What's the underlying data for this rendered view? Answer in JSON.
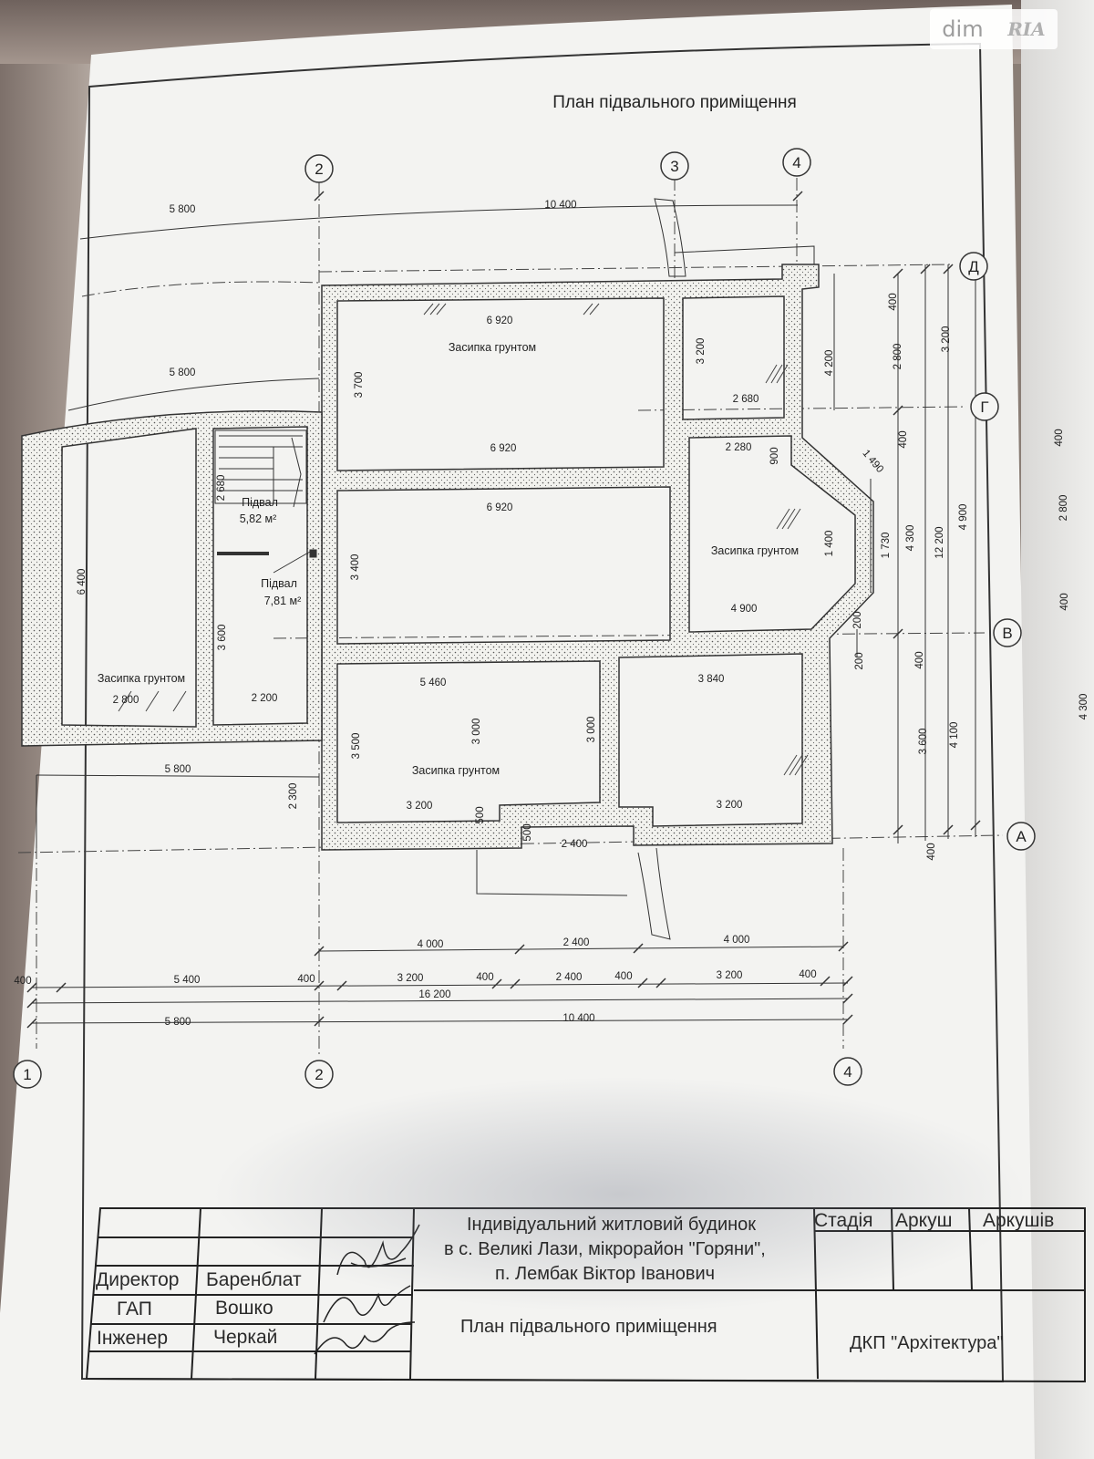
{
  "watermark": {
    "brand_left": "dim",
    "brand_right": "RIA"
  },
  "plan": {
    "title": "План підвального приміщення",
    "axes": {
      "a1": "1",
      "a2": "2",
      "a3": "3",
      "a4": "4",
      "rA": "А",
      "rV": "В",
      "rG": "Г",
      "rD": "Д"
    },
    "rooms": {
      "backfill_1": "Засипка грунтом",
      "backfill_2": "Засипка грунтом",
      "backfill_3": "Засипка грунтом",
      "backfill_4": "Засипка грунтом",
      "basement_small_name": "Підвал",
      "basement_small_area": "5,82 м²",
      "basement_large_name": "Підвал",
      "basement_large_area": "7,81 м²"
    },
    "dims": {
      "top_5800_a": "5 800",
      "top_10400": "10 400",
      "mid_5800": "5 800",
      "low_5800": "5 800",
      "d6920_a": "6 920",
      "d6920_b": "6 920",
      "d6920_c": "6 920",
      "d3700": "3 700",
      "d3200_a": "3 200",
      "d2680_a": "2 680",
      "d2280": "2 280",
      "d900": "900",
      "d1490": "1 490",
      "d1400": "1 400",
      "d4900_a": "4 900",
      "d2680_b": "2 680",
      "d3400": "3 400",
      "d6400": "6 400",
      "d3600_a": "3 600",
      "d2800_a": "2 800",
      "d2200": "2 200",
      "d5460": "5 460",
      "d3840": "3 840",
      "d3500_a": "3 500",
      "d3000_a": "3 000",
      "d3000_b": "3 000",
      "d3200_b": "3 200",
      "d3200_c": "3 200",
      "d500_a": "500",
      "d500_b": "500",
      "d2400_a": "2 400",
      "d2300": "2 300",
      "r400_a": "400",
      "r2800": "2 800",
      "r3200": "3 200",
      "r4200": "4 200",
      "r400_b": "400",
      "r4300": "4 300",
      "r1730": "1 730",
      "r12200": "12 200",
      "r4900": "4 900",
      "r200_a": "200",
      "r200_b": "200",
      "r400_c": "400",
      "r3600": "3 600",
      "r4100": "4 100",
      "r400_d": "400",
      "b4000_a": "4 000",
      "b2400": "2 400",
      "b4000_b": "4 000",
      "c400_a": "400",
      "c5400": "5 400",
      "c400_b": "400",
      "c3200_a": "3 200",
      "c400_c": "400",
      "c2400": "2 400",
      "c400_d": "400",
      "c3200_b": "3 200",
      "c400_e": "400",
      "c16200": "16 200",
      "e5800": "5 800",
      "e10400": "10 400",
      "side_400": "400",
      "side_2800": "2 800",
      "side_400b": "400",
      "side_4300": "4 300"
    }
  },
  "stamp": {
    "project_line1": "Індивідуальний житловий будинок",
    "project_line2": "в с. Великі Лази, мікрорайон \"Горяни\",",
    "project_line3": "п. Лембак  Віктор Іванович",
    "stage_header": "Стадія",
    "sheet_header": "Аркуш",
    "sheets_header": "Аркушів",
    "role_director": "Директор",
    "name_director": "Баренблат",
    "role_gap": "ГАП",
    "name_gap": "Вошко",
    "role_engineer": "Інженер",
    "name_engineer": "Черкай",
    "drawing_title": "План підвального приміщення",
    "company": "ДКП  \"Архітектура\""
  }
}
